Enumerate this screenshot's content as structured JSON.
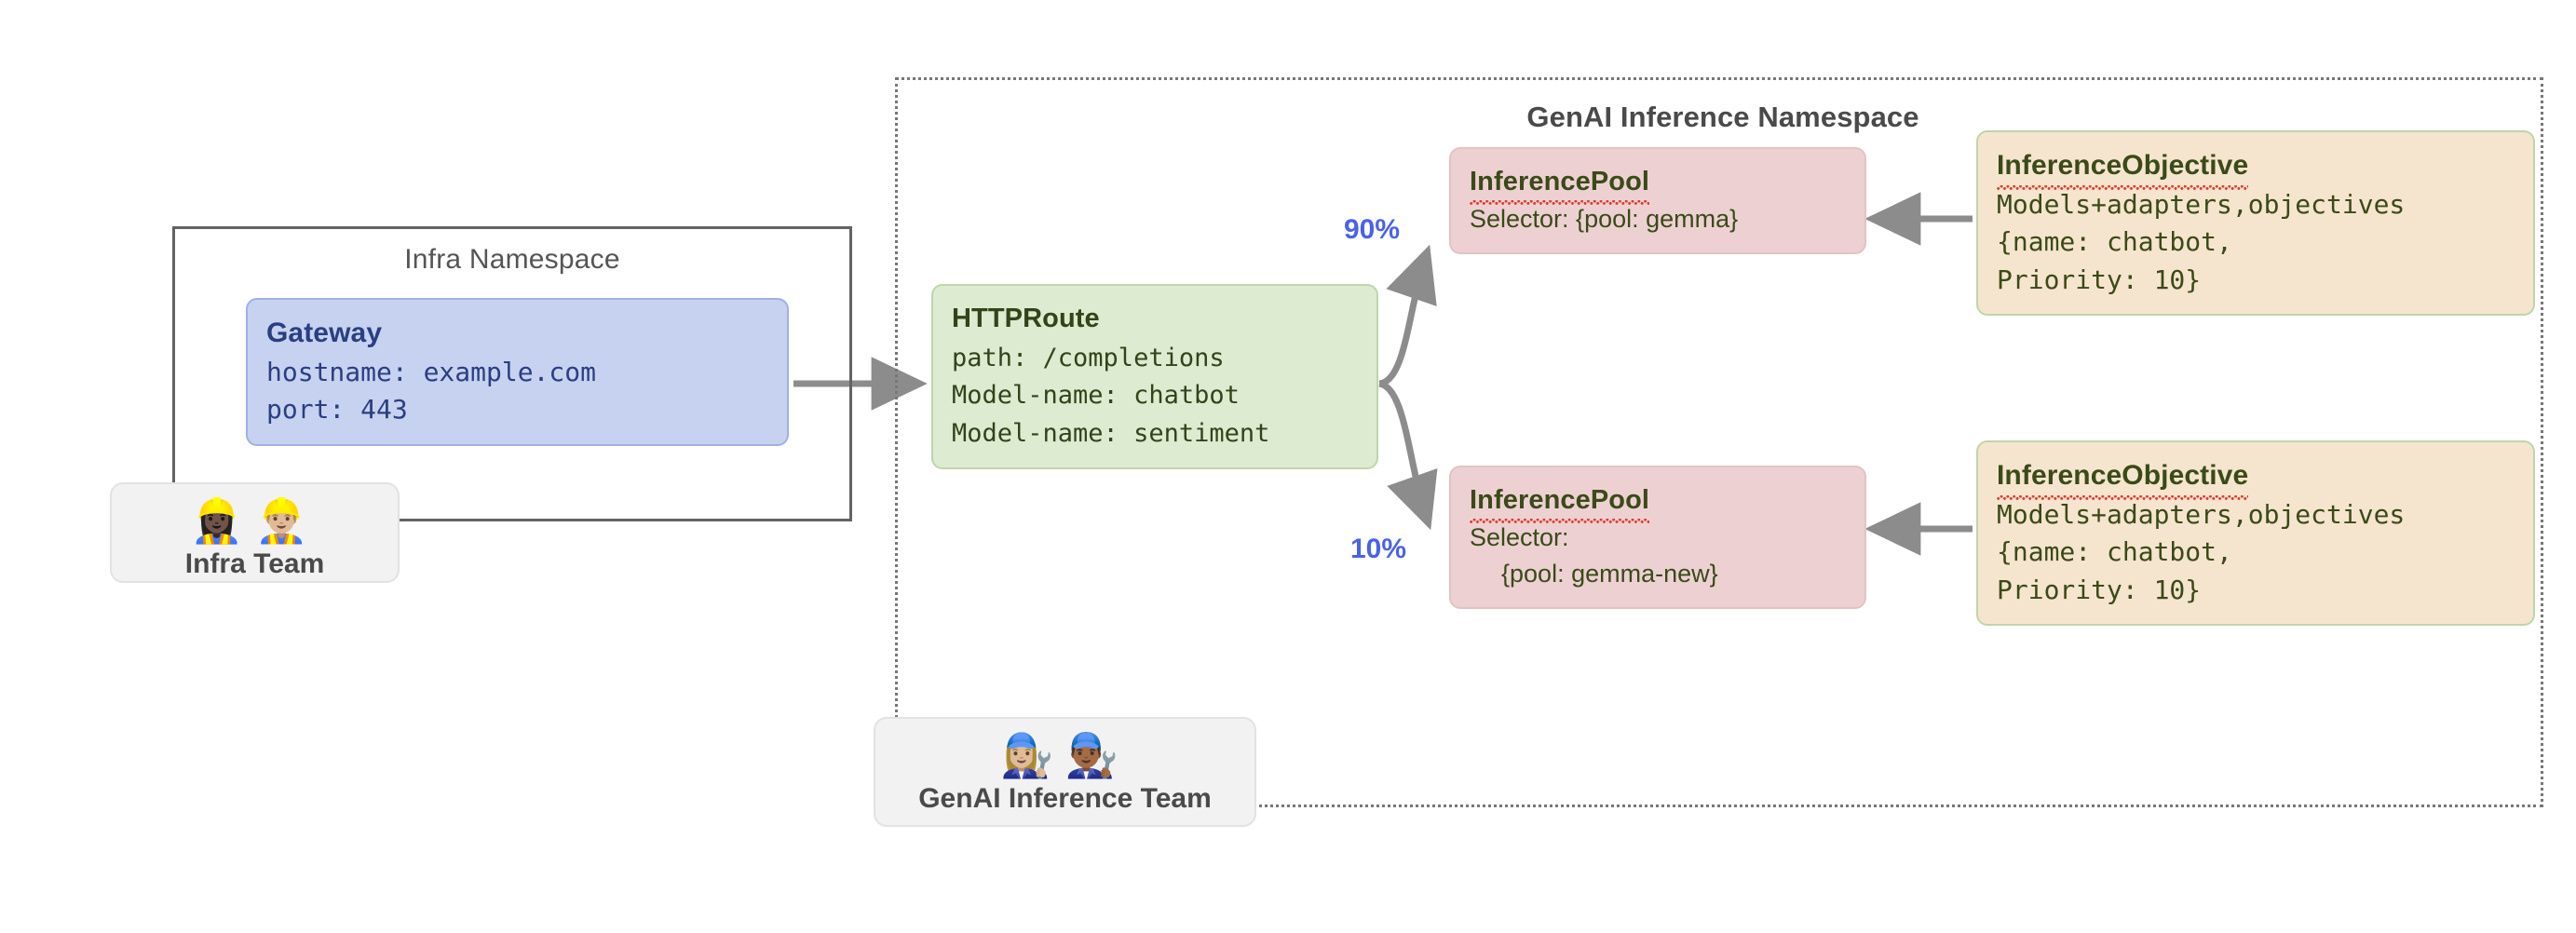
{
  "namespaces": {
    "infra": {
      "title": "Infra Namespace"
    },
    "genai": {
      "title": "GenAI Inference Namespace"
    }
  },
  "gateway": {
    "title": "Gateway",
    "hostname_line": "hostname: example.com",
    "port_line": "port: 443"
  },
  "httproute": {
    "title": "HTTPRoute",
    "path_line": "path: /completions",
    "model_line_1": "Model-name: chatbot",
    "model_line_2": "Model-name: sentiment"
  },
  "pools": [
    {
      "title": "InferencePool",
      "selector_label": "Selector: {pool: gemma}",
      "selector_second_line": ""
    },
    {
      "title": "InferencePool",
      "selector_label": "Selector:",
      "selector_second_line": "{pool: gemma-new}"
    }
  ],
  "objectives": [
    {
      "title": "InferenceObjective",
      "line1": "Models+adapters,objectives",
      "line2": "{name: chatbot,",
      "line3": "Priority: 10}"
    },
    {
      "title": "InferenceObjective",
      "line1": "Models+adapters,objectives",
      "line2": "{name: chatbot,",
      "line3": "Priority: 10}"
    }
  ],
  "teams": [
    {
      "label": "Infra Team",
      "emojis": "👷🏿‍♀️👷🏼‍♂️",
      "icon_names": [
        "construction-worker-woman-icon",
        "construction-worker-man-icon"
      ]
    },
    {
      "label": "GenAI Inference Team",
      "emojis": "👩🏼‍🔧👨🏾‍🔧",
      "icon_names": [
        "mechanic-woman-icon",
        "mechanic-man-icon"
      ]
    }
  ],
  "edges": {
    "split_90_label": "90%",
    "split_10_label": "10%"
  },
  "colors": {
    "gateway_fill": "#C7D2F0",
    "gateway_text": "#2A3E82",
    "httproute_fill": "#DDEBD0",
    "pool_fill": "#EDD1D2",
    "objective_fill": "#F6E5CE",
    "node_text_green": "#3A4A18",
    "edge_gray": "#8C8C8C",
    "percent_blue": "#4A62E8",
    "namespace_border": "#636363",
    "team_fill": "#F2F2F2"
  }
}
